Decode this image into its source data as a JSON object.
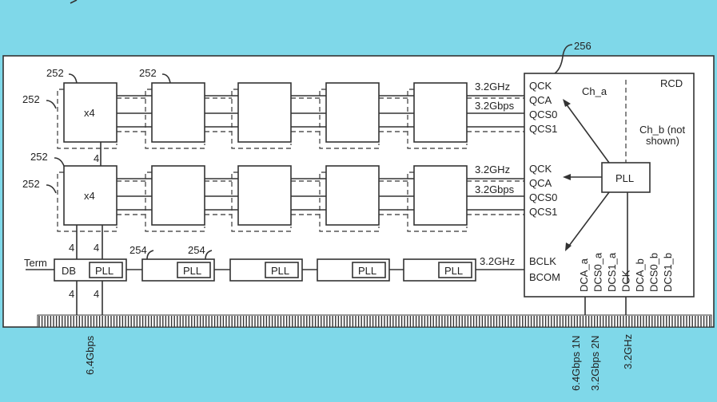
{
  "colors": {
    "background": "#7fd8e9",
    "board": "#ffffff",
    "line": "#333333"
  },
  "refs": {
    "dram": "252",
    "buffer": "254",
    "rcd": "256"
  },
  "dram": {
    "width_label": "x4"
  },
  "bus_width": "4",
  "buffer": {
    "db": "DB",
    "pll": "PLL",
    "term": "Term"
  },
  "rcd": {
    "title": "RCD",
    "ch_a": "Ch_a",
    "ch_b": "Ch_b (not",
    "ch_b_2": "shown)",
    "pll": "PLL",
    "outputs": [
      "QCK",
      "QCA",
      "QCS0",
      "QCS1"
    ],
    "bclk": "BCLK",
    "bcom": "BCOM",
    "inputs": [
      "DCA_a",
      "DCS0_a",
      "DCS1_a",
      "DCK",
      "DCA_b",
      "DCS0_b",
      "DCS1_b"
    ]
  },
  "rates": {
    "clk": "3.2GHz",
    "ca": "3.2Gbps",
    "data": "6.4Gbps",
    "dca": "6.4Gbps 1N",
    "dcs": "3.2Gbps 2N",
    "dck": "3.2GHz"
  }
}
